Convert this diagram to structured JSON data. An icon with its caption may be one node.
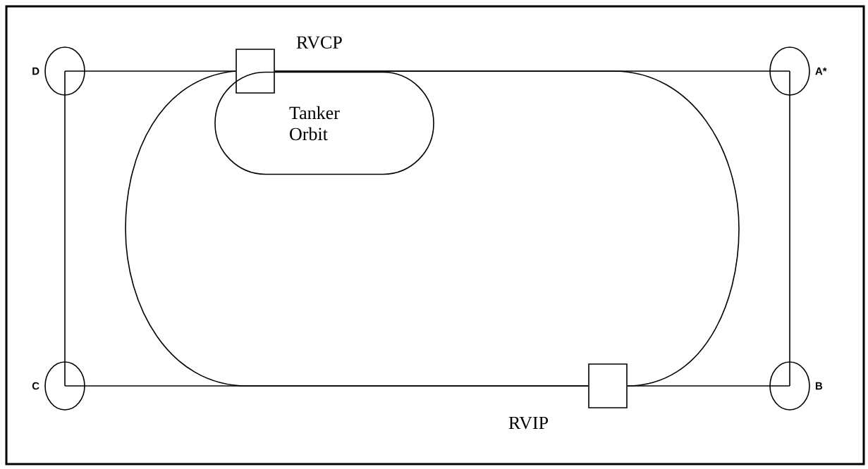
{
  "diagram": {
    "nodes": [
      {
        "text": [
          "RVCP"
        ]
      },
      {
        "text": [
          "D"
        ]
      },
      {
        "text": [
          "A*"
        ]
      },
      {
        "text": [
          "Tanker Orbit"
        ]
      },
      {
        "text": [
          "C"
        ]
      },
      {
        "text": [
          "RVIP"
        ]
      },
      {
        "text": [
          "B"
        ]
      }
    ],
    "edges": [
      {
        "from": 1,
        "to": 0,
        "arrow": "none"
      },
      {
        "from": 0,
        "to": 2,
        "arrow": "none"
      },
      {
        "from": 2,
        "to": 6,
        "arrow": "none"
      },
      {
        "from": 6,
        "to": 5,
        "arrow": "none"
      },
      {
        "from": 5,
        "to": 4,
        "arrow": "none"
      },
      {
        "from": 4,
        "to": 1,
        "arrow": "none"
      },
      {
        "from": 0,
        "to": 5,
        "arrow": "none"
      },
      {
        "from": 5,
        "to": 0,
        "arrow": "none"
      }
    ]
  }
}
